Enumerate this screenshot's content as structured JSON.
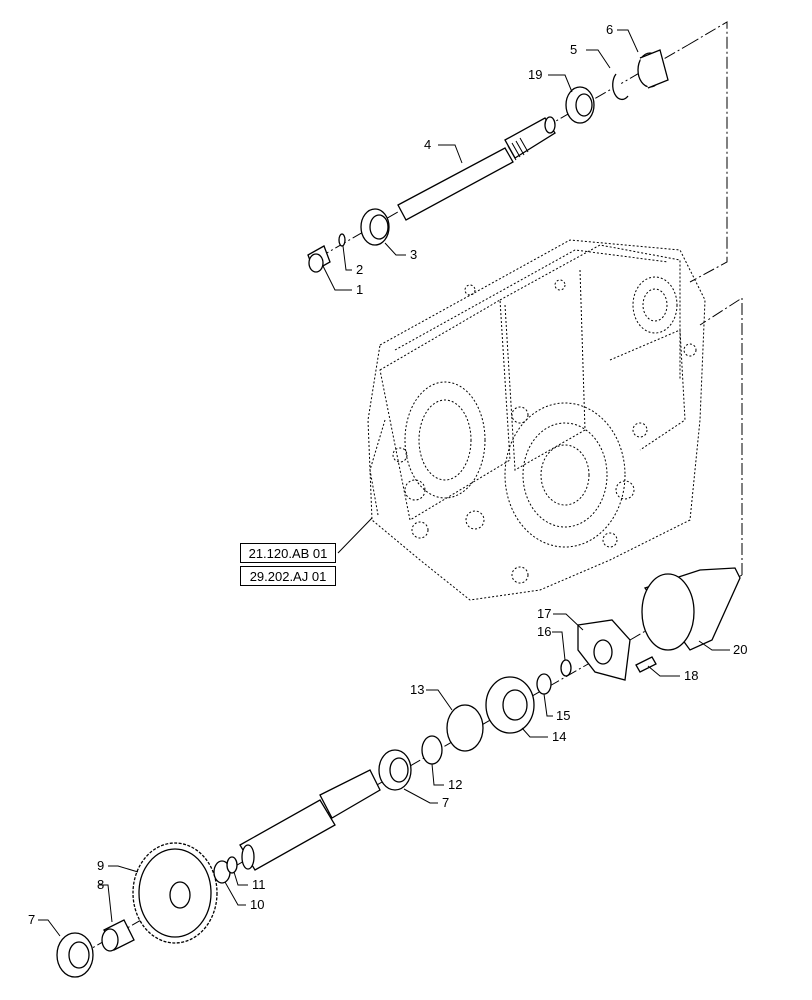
{
  "callouts": [
    "1",
    "2",
    "3",
    "4",
    "5",
    "6",
    "19",
    "17",
    "16",
    "20",
    "18",
    "15",
    "13",
    "14",
    "12",
    "7",
    "9",
    "8",
    "11",
    "10",
    "7"
  ],
  "references": [
    "21.120.AB 01",
    "29.202.AJ 01"
  ]
}
